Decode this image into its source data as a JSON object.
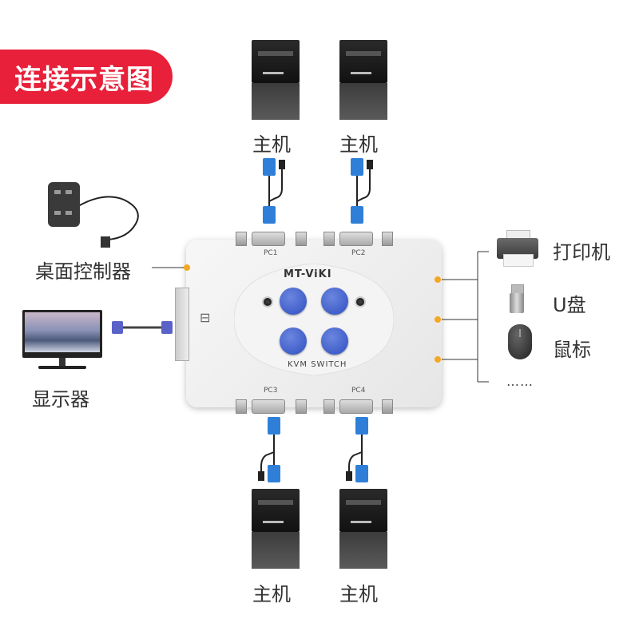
{
  "badge": "连接示意图",
  "brand": "MT-ViKI",
  "device": "KVM SWITCH",
  "ports": {
    "pc1": "PC1",
    "pc2": "PC2",
    "pc3": "PC3",
    "pc4": "PC4"
  },
  "hosts": {
    "top_left": "主机",
    "top_right": "主机",
    "bottom_left": "主机",
    "bottom_right": "主机"
  },
  "left": {
    "controller": "桌面控制器",
    "monitor": "显示器"
  },
  "right": {
    "printer": "打印机",
    "usb": "U盘",
    "mouse": "鼠标",
    "more": "……"
  },
  "colors": {
    "badge": "#e8203a",
    "button": "#3a5bd0",
    "vga_connector": "#2f7fd9",
    "dot": "#f5a623"
  },
  "icons": [
    "pc-tower-icon",
    "usb-hub-icon",
    "monitor-icon",
    "printer-icon",
    "usb-drive-icon",
    "mouse-icon",
    "vga-cable-icon"
  ]
}
